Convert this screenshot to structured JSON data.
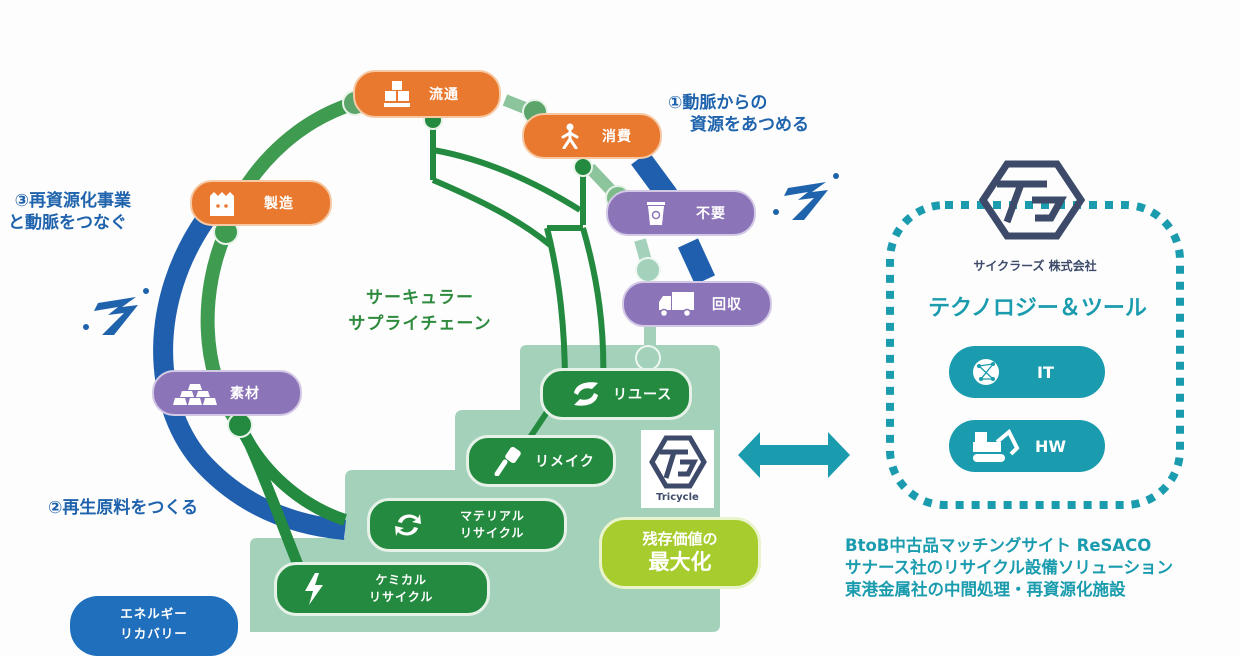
{
  "diagram": {
    "title": "サーキュラーサプライチェーン",
    "center_label_line1": "サーキュラー",
    "center_label_line2": "サプライチェーン",
    "colors": {
      "arterial_orange": "#e8792f",
      "venous_purple": "#8c74b8",
      "ring_green": "#3f9b50",
      "pale_green": "#8cc49b",
      "dark_green": "#238a3f",
      "blue_band": "#1f5fad",
      "teal": "#1a9cae",
      "stairs_bg": "#9fcfb6",
      "lime": "#a7cc2e"
    },
    "stages": [
      {
        "id": "distribution",
        "label": "流通",
        "icon": "boxes-icon",
        "color": "orange"
      },
      {
        "id": "consumption",
        "label": "消費",
        "icon": "walking-person-icon",
        "color": "orange"
      },
      {
        "id": "manufacturing",
        "label": "製造",
        "icon": "factory-icon",
        "color": "orange"
      },
      {
        "id": "unneeded",
        "label": "不要",
        "icon": "recycle-bin-icon",
        "color": "purple"
      },
      {
        "id": "collection",
        "label": "回収",
        "icon": "truck-icon",
        "color": "purple"
      },
      {
        "id": "materials",
        "label": "素材",
        "icon": "ingots-icon",
        "color": "purple"
      }
    ],
    "stairs": [
      {
        "id": "reuse",
        "label": "リユース",
        "icon": "handshake-arrows-icon"
      },
      {
        "id": "remake",
        "label": "リメイク",
        "icon": "brush-icon"
      },
      {
        "id": "material_recycle",
        "label_line1": "マテリアル",
        "label_line2": "リサイクル",
        "icon": "recycle-arrows-icon"
      },
      {
        "id": "chemical_recycle",
        "label_line1": "ケミカル",
        "label_line2": "リサイクル",
        "icon": "lightning-icon"
      }
    ],
    "energy_recovery_line1": "エネルギー",
    "energy_recovery_line2": "リカバリー",
    "annotations": {
      "one_line1": "①動脈からの",
      "one_line2": "資源をあつめる",
      "two": "②再生原料をつくる",
      "three_line1": "③再資源化事業",
      "three_line2": "と動脈をつなぐ"
    },
    "tricycle_logo_text": "Tricycle",
    "maximize_value_line1": "残存価値の",
    "maximize_value_line2": "最大化"
  },
  "company": {
    "name": "サイクラーズ 株式会社",
    "section_title": "テクノロジー＆ツール",
    "buttons": [
      {
        "label": "IT",
        "icon": "network-globe-icon"
      },
      {
        "label": "HW",
        "icon": "excavator-icon"
      }
    ]
  },
  "solutions": [
    "BtoB中古品マッチングサイト ReSACO",
    "サナース社のリサイクル設備ソリューション",
    "東港金属社の中間処理・再資源化施設"
  ]
}
